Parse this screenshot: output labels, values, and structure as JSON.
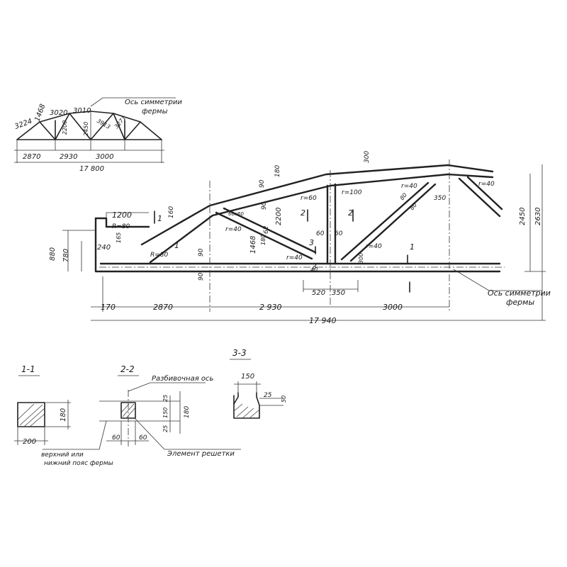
{
  "mini": {
    "d1": "3224",
    "d2": "1468",
    "d3": "3020",
    "d4": "3010",
    "d5": "2200",
    "d6": "2450",
    "d7": "3913",
    "d8": "3271",
    "b1": "2870",
    "b2": "2930",
    "b3": "3000",
    "total": "17 800",
    "axis_label_1": "Ось симметрии",
    "axis_label_2": "фермы"
  },
  "main": {
    "d_1200": "1200",
    "r80_a": "R=80",
    "d_165": "165",
    "d_880": "880",
    "d_780": "780",
    "d_240": "240",
    "r80_b": "R=80",
    "d_160a": "160",
    "d_90a": "90",
    "d_90b": "90",
    "d_180": "180",
    "d_90c": "90",
    "d_90d": "90",
    "d_60sq": "60x60",
    "r40_a": "r=40",
    "d_62": "62",
    "d_1468": "1468",
    "d_180b": "180",
    "d_2200": "2200",
    "r60": "r=60",
    "r100": "r=100",
    "d_300a": "300",
    "r40_b": "r=40",
    "r40_c": "r=40",
    "d_80a": "80",
    "d_80b": "80",
    "d_350a": "350",
    "d_2450": "2450",
    "d_2630": "2630",
    "d_60a": "60",
    "d_60b": "60",
    "r40_d": "r=40",
    "d_300b": "300",
    "d_40": "40",
    "d_520": "520",
    "d_350b": "350",
    "b_170": "170",
    "b_2870": "2870",
    "b_2930": "2 930",
    "b_3000": "3000",
    "b_total": "17 940",
    "axis_label_1": "Ось симметрии",
    "axis_label_2": "фермы"
  },
  "marks": {
    "m1": "1",
    "m2": "2",
    "m3": "3",
    "m1b": "1",
    "m1c": "1",
    "m2b": "2",
    "m3b": "3"
  },
  "sections": {
    "s11_title": "1-1",
    "s11_w": "200",
    "s11_h": "180",
    "s22_title": "2-2",
    "s22_axis": "Разбивочная ось",
    "s22_25a": "25",
    "s22_150": "150",
    "s22_25b": "25",
    "s22_180": "180",
    "s22_60a": "60",
    "s22_60b": "60",
    "s22_note1": "верхний или",
    "s22_note2": "нижний пояс фермы",
    "s22_element": "Элемент решетки",
    "s33_title": "3-3",
    "s33_150": "150",
    "s33_25": "25",
    "s33_50": "50"
  }
}
